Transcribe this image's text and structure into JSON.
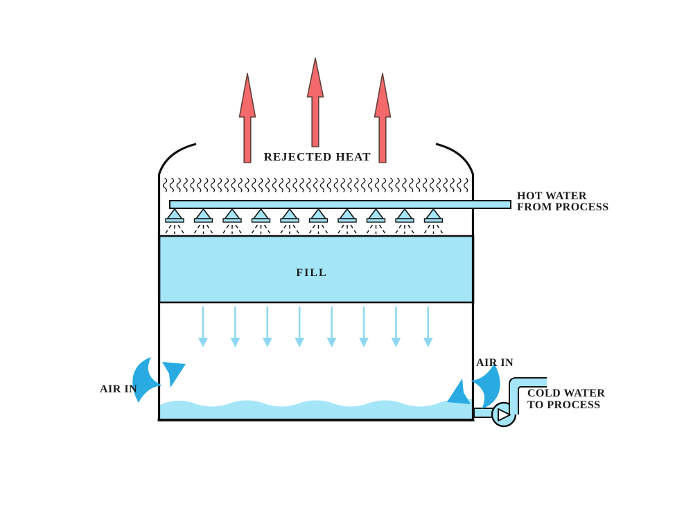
{
  "labels": {
    "rejected_heat": "REJECTED HEAT",
    "hot_water_from_process": [
      "HOT WATER",
      "FROM PROCESS"
    ],
    "fill": "FILL",
    "air_in_left": "AIR IN",
    "air_in_right": "AIR IN",
    "cold_water_to_process": [
      "COLD WATER",
      "TO PROCESS"
    ]
  },
  "diagram": {
    "subject": "counterflow induced-draft cooling tower",
    "heat_arrow_count": 3,
    "heat_wave_squiggle_count": 45,
    "spray_nozzle_count": 10,
    "falling_water_arrow_count": 8
  },
  "colors": {
    "background": "#ffffff",
    "line_color": "#111111",
    "text_color": "#1a1a1a",
    "water_blue": "#a4e5f8",
    "arrow_blue": "#8fd8f1",
    "swoosh_blue": "#29abe2",
    "heat_red": "#f4696c",
    "heat_red_outline": "#5f4038",
    "pump_white": "#ffffff"
  }
}
